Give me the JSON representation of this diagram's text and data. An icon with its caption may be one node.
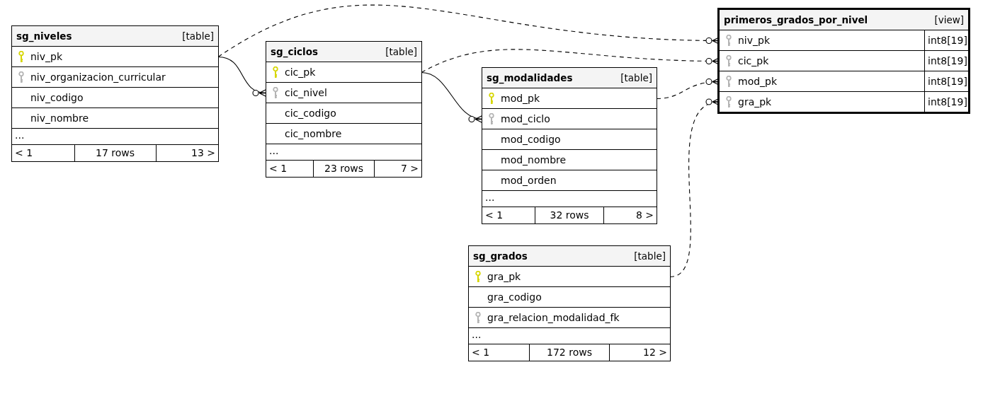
{
  "diagram": {
    "nodes": [
      {
        "text": [
          "sg_niveles",
          "[table]",
          "...",
          "< 1",
          "17 rows",
          "13 >"
        ]
      },
      {
        "text": [
          "niv_pk"
        ],
        "in": 0
      },
      {
        "text": [
          "niv_organizacion_curricular"
        ],
        "in": 0
      },
      {
        "text": [
          "niv_codigo"
        ],
        "in": 0
      },
      {
        "text": [
          "niv_nombre"
        ],
        "in": 0
      },
      {
        "text": [
          "sg_ciclos",
          "[table]",
          "...",
          "< 1",
          "23 rows",
          "7 >"
        ]
      },
      {
        "text": [
          "cic_pk"
        ],
        "in": 5
      },
      {
        "text": [
          "cic_nivel"
        ],
        "in": 5
      },
      {
        "text": [
          "cic_codigo"
        ],
        "in": 5
      },
      {
        "text": [
          "cic_nombre"
        ],
        "in": 5
      },
      {
        "text": [
          "sg_modalidades",
          "[table]",
          "...",
          "< 1",
          "32 rows",
          "8 >"
        ]
      },
      {
        "text": [
          "mod_pk"
        ],
        "in": 10
      },
      {
        "text": [
          "mod_ciclo"
        ],
        "in": 10
      },
      {
        "text": [
          "mod_codigo"
        ],
        "in": 10
      },
      {
        "text": [
          "mod_nombre"
        ],
        "in": 10
      },
      {
        "text": [
          "mod_orden"
        ],
        "in": 10
      },
      {
        "text": [
          "primeros_grados_por_nivel",
          "[view]"
        ]
      },
      {
        "text": [
          "niv_pk",
          "int8[19]"
        ],
        "in": 16
      },
      {
        "text": [
          "cic_pk",
          "int8[19]"
        ],
        "in": 16
      },
      {
        "text": [
          "mod_pk",
          "int8[19]"
        ],
        "in": 16
      },
      {
        "text": [
          "gra_pk",
          "int8[19]"
        ],
        "in": 16
      },
      {
        "text": [
          "sg_grados",
          "[table]",
          "...",
          "< 1",
          "172 rows",
          "12 >"
        ]
      },
      {
        "text": [
          "gra_pk"
        ],
        "in": 21
      },
      {
        "text": [
          "gra_codigo"
        ],
        "in": 21
      },
      {
        "text": [
          "gra_relacion_modalidad_fk"
        ],
        "in": 21
      }
    ],
    "edges": [
      {
        "from": 1,
        "to": 7,
        "arrow": "other"
      },
      {
        "from": 6,
        "to": 12,
        "arrow": "other"
      },
      {
        "from": 1,
        "to": 17,
        "arrow": "other",
        "style": "dashed"
      },
      {
        "from": 6,
        "to": 18,
        "arrow": "other",
        "style": "dashed"
      },
      {
        "from": 11,
        "to": 19,
        "arrow": "other",
        "style": "dashed"
      },
      {
        "from": 22,
        "to": 20,
        "arrow": "other",
        "style": "dashed"
      }
    ]
  }
}
